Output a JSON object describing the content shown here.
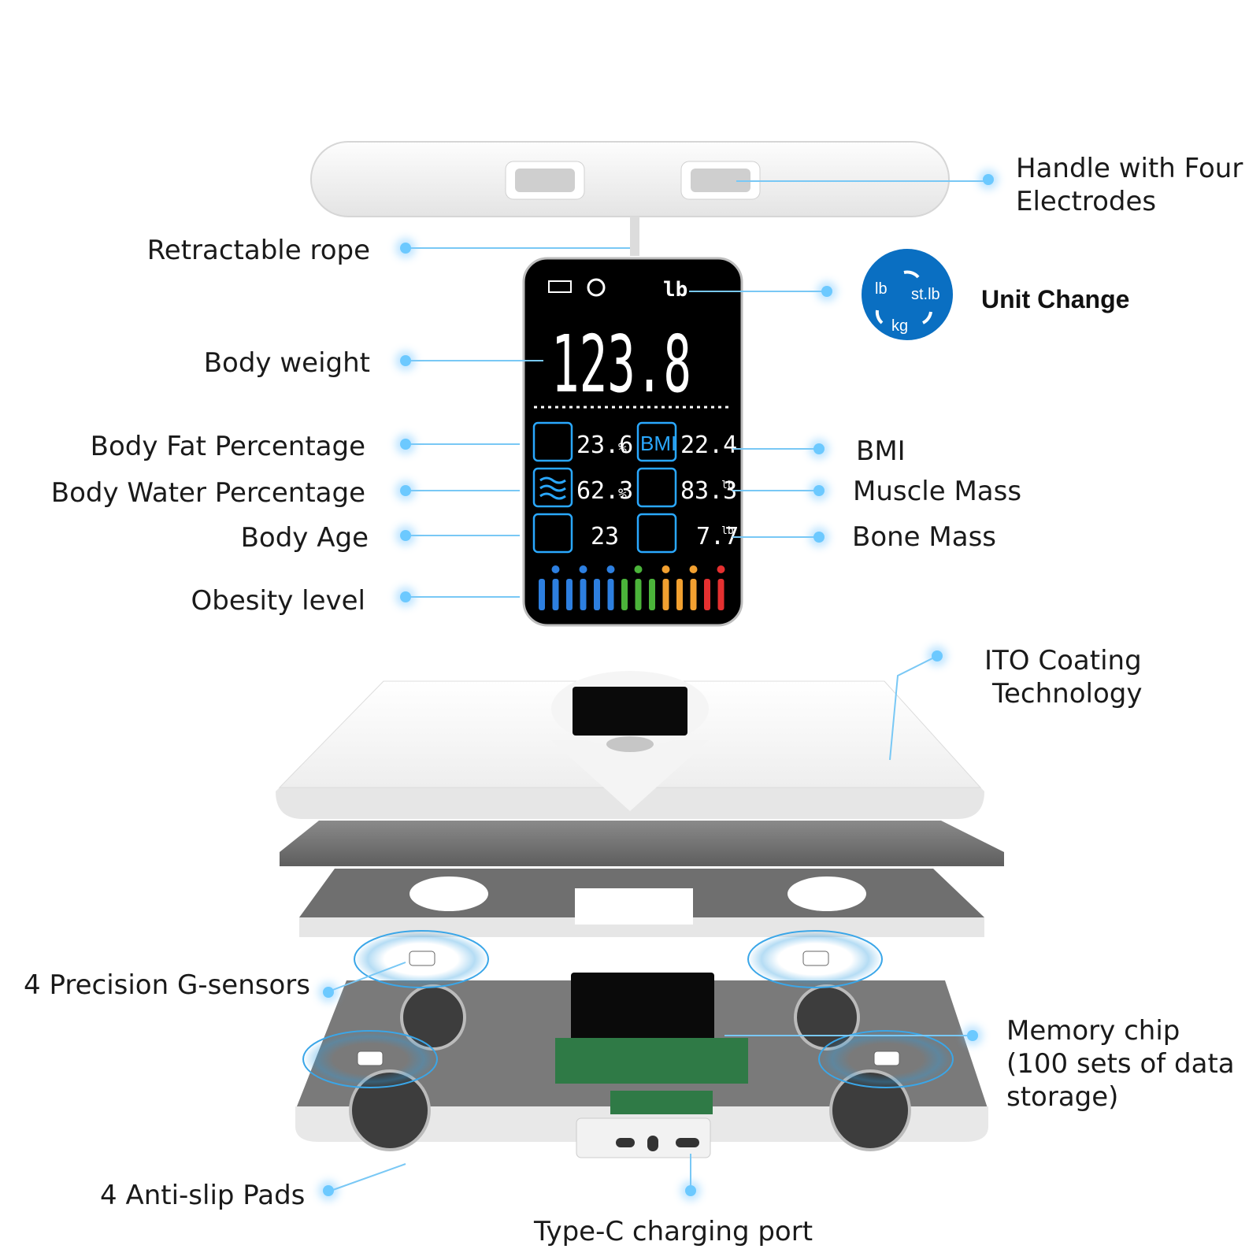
{
  "labels": {
    "handle": [
      "Handle with Four",
      "Electrodes"
    ],
    "rope": "Retractable rope",
    "weight": "Body weight",
    "fat": "Body Fat Percentage",
    "water": "Body Water Percentage",
    "age": "Body Age",
    "obesity": "Obesity level",
    "bmi": "BMI",
    "muscle": "Muscle Mass",
    "bone": "Bone Mass",
    "unit_change": "Unit Change",
    "ito": [
      "ITO Coating",
      "Technology"
    ],
    "sensors": "4 Precision G-sensors",
    "memory": [
      "Memory chip",
      "(100 sets of data",
      "storage)"
    ],
    "pads": "4 Anti-slip Pads",
    "port": "Type-C charging port"
  },
  "display": {
    "unit": "lb",
    "weight": "123.8",
    "fat": "23.6",
    "fat_unit": "%",
    "water": "62.3",
    "water_unit": "%",
    "age": "23",
    "bmi_tag": "BMI",
    "bmi": "22.4",
    "muscle": "83.3",
    "muscle_unit": "lb",
    "bone": "7.7",
    "bone_unit": "lb"
  },
  "unit_badge": [
    "lb",
    "st.lb",
    "kg"
  ],
  "colors": {
    "accent": "#0a6fc2",
    "line": "#79c8f5",
    "lcd_blue": "#2aa8ff",
    "obesity": [
      "#2d7fe0",
      "#2d7fe0",
      "#2d7fe0",
      "#2d7fe0",
      "#2d7fe0",
      "#2d7fe0",
      "#4bb43a",
      "#4bb43a",
      "#4bb43a",
      "#f2a030",
      "#f2a030",
      "#f2a030",
      "#e53030",
      "#e53030"
    ]
  }
}
